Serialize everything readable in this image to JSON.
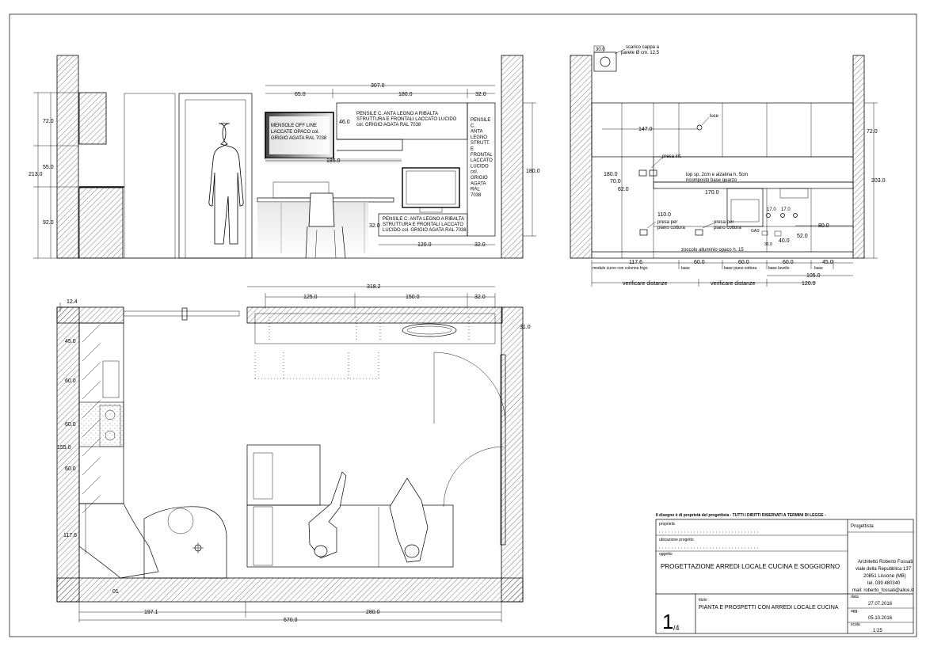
{
  "elev1": {
    "d_307": "307.0",
    "d_65": "65.0",
    "d_180": "180.0",
    "d_32a": "32.0",
    "d_72": "72.0",
    "d_55": "55.0",
    "d_213": "213.0",
    "d_92": "92.0",
    "d_46": "46.0",
    "d_185": "185.0",
    "d_180v": "180.0",
    "d_32b": "32.0",
    "d_120": "120.0",
    "d_32c": "32.0",
    "mensole": [
      "MENSOLE OFF LINE",
      "LACCATE OPACO col.",
      "GRIGIO AGATA RAL 7038"
    ],
    "pensile_top": [
      "PENSILE C. ANTA LEGNO A RIBALTA",
      "STRUTTURA E FRONTALI LACCATO LUCIDO",
      "col. GRIGIO AGATA RAL 7038"
    ],
    "pensile_side": [
      "PENSILE",
      "C.",
      "ANTA",
      "LEGNO",
      "STRUTT.",
      "E",
      "FRONTAL",
      "LACCATO",
      "LUCIDO",
      "col.",
      "GRIGIO",
      "AGATA",
      "RAL",
      "7038"
    ],
    "pensile_low": [
      "PENSILE C. ANTA LEGNO A RIBALTA",
      "STRUTTURA E FRONTALI LACCATO",
      "LUCIDO col. GRIGIO AGATA RAL 7038"
    ]
  },
  "elev2": {
    "d_30": "30.0",
    "scarico": [
      "scarico cappa a",
      "parete Ø cm. 12,5"
    ],
    "luce": "luce",
    "d_147": "147.0",
    "presa_int": "presa int.",
    "top": [
      "top sp. 2cm e alzatina h. 5cm",
      "ricomposto base quarzo"
    ],
    "d_180": "180.0",
    "d_70": "70.0",
    "d_62": "62.0",
    "d_170": "170.0",
    "d_72": "72.0",
    "d_203": "203.0",
    "d_110": "110.0",
    "presa_piano1": [
      "presa per",
      "piano cottura"
    ],
    "presa_piano2": [
      "presa per",
      "piano cottura"
    ],
    "gas": "GAS",
    "d_17a": "17.0",
    "d_17b": "17.0",
    "d_80": "80.0",
    "d_52": "52.0",
    "d_40": "40.0",
    "d_369": "36.9",
    "zoccolo": "zoccolo alluminio opaco h. 15",
    "m_117": "117.6",
    "m_60a": "60.0",
    "m_60b": "60.0",
    "m_60c": "60.0",
    "m_45": "45.0",
    "l_mod": "modulo curvo con colonna frigo",
    "l_base1": "base",
    "l_base2": "base piano cottura",
    "l_base3": "base lavello",
    "l_base4": "base",
    "d_105": "105.0",
    "ver1": "verificare distanze",
    "ver2": "verificare distanze",
    "d_1200": "120.0"
  },
  "plan": {
    "d_124": "12.4",
    "d_3182": "318.2",
    "d_125": "125.0",
    "d_150": "150.0",
    "d_32": "32.0",
    "d_31": "31.0",
    "d_45": "45.0",
    "d_60a": "60.0",
    "d_60b": "60.0",
    "d_155": "155.0",
    "d_60c": "60.0",
    "d_1176": "117.6",
    "d_01": "01",
    "d_1971": "197.1",
    "d_280": "280.0",
    "d_670": "670.0"
  },
  "titleblock": {
    "notice": "Il disegno è di proprietà del progettista - TUTTI I DIRITTI RISERVATI A TERMINI DI LEGGE -",
    "lab_proprieta": "proprietà",
    "lab_ubicazione": "ubicazione progetto",
    "lab_oggetto": "oggetto",
    "project": "PROGETTAZIONE ARREDI LOCALE CUCINA E SOGGIORNO",
    "lab_progettista": "Progettista",
    "studio": [
      "Architetto Roberto Fossati",
      "viale della Repubblica 137",
      "20851 Lissone (MB)",
      "tel. 039 480340",
      "mail: roberto_fossati@alice.it"
    ],
    "lab_titolo": "titolo",
    "title": "PIANTA E PROSPETTI CON ARREDI LOCALE CUCINA",
    "sheet_num": "1",
    "sheet_tot": "/4",
    "lab_data": "data",
    "date1": "27.07.2016",
    "lab_agg": "agg.",
    "date2": "05.10.2016",
    "lab_scala": "scala",
    "scale": "1:25"
  }
}
